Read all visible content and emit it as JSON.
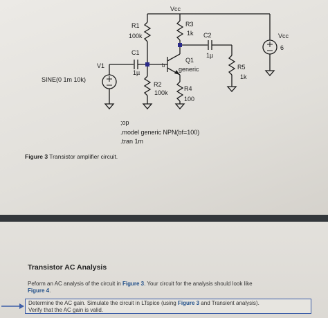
{
  "circuit": {
    "vcc_top": "Vcc",
    "r1_name": "R1",
    "r1_val": "100k",
    "r3_name": "R3",
    "r3_val": "1k",
    "c2_name": "C2",
    "c2_val": "1µ",
    "vcc_src_name": "Vcc",
    "vcc_src_val": "6",
    "c1_name": "C1",
    "c1_val": "1µ",
    "v1_name": "V1",
    "v1_val": "SINE(0 1m 10k)",
    "b_label": "b",
    "q1_name": "Q1",
    "q1_model": "generic",
    "r5_name": "R5",
    "r5_val": "1k",
    "r2_name": "R2",
    "r2_val": "100k",
    "r4_name": "R4",
    "r4_val": "100",
    "directive_1": ";op",
    "directive_2": ".model generic NPN(bf=100)",
    "directive_3": ".tran 1m"
  },
  "figure_caption": {
    "label": "Figure 3",
    "text": "Transistor amplifier circuit."
  },
  "section": {
    "title": "Transistor AC Analysis",
    "para_pre": "Peform an AC analysis of the circuit in ",
    "para_ref": "Figure 3",
    "para_post": ". Your circuit for the analysis should look like",
    "para_ref2": "Figure 4",
    "para_end": ".",
    "task_pre": "Determine the AC gain. Simulate the circuit in LTspice (using ",
    "task_ref": "Figure 3",
    "task_post": " and Transient analysis).",
    "task_line2": "Verify that the AC gain is valid."
  }
}
